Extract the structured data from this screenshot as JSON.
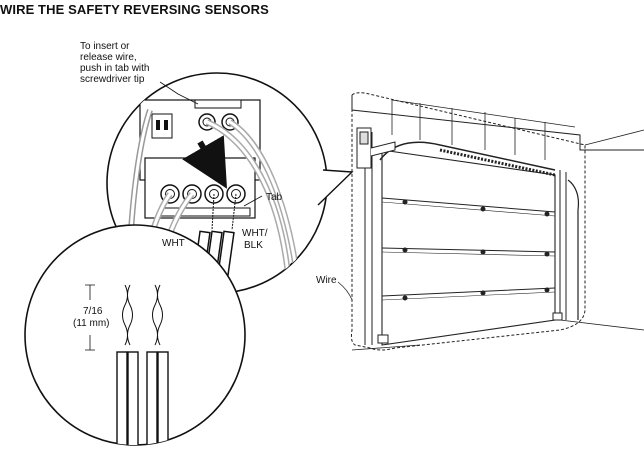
{
  "title": "WIRE THE SAFETY REVERSING SENSORS",
  "callout": {
    "lines": [
      "To insert or",
      "release wire,",
      "push in tab with",
      "screwdriver tip"
    ]
  },
  "labels": {
    "tab": "Tab",
    "wht": "WHT",
    "wht_blk_1": "WHT/",
    "wht_blk_2": "BLK",
    "wire": "Wire",
    "strip_1": "7/16",
    "strip_2": "(11 mm)"
  }
}
